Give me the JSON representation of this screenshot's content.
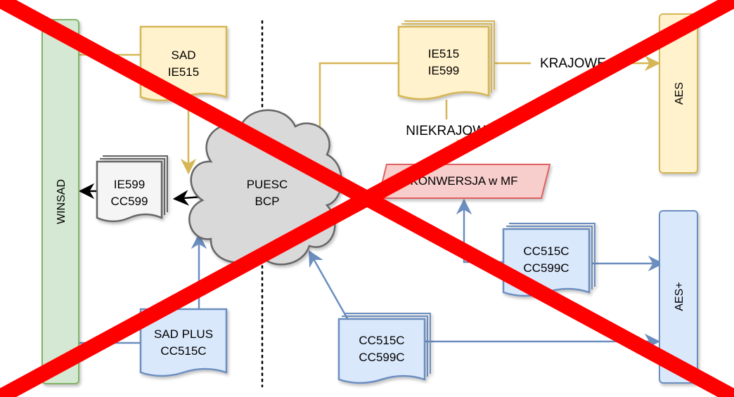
{
  "colors": {
    "yellow_fill": "#fff2cc",
    "yellow_stroke": "#d6b656",
    "blue_fill": "#dae8fc",
    "blue_stroke": "#6c8ebf",
    "green_fill": "#d5e8d4",
    "green_stroke": "#82b366",
    "grey_fill": "#f5f5f5",
    "grey_stroke": "#666666",
    "red_fill": "#f8cecc",
    "red_stroke": "#e06060",
    "cross": "#ff0000",
    "cloud_fill": "#d9d9d9"
  },
  "systems": {
    "winsad": "WINSAD",
    "aes": "AES",
    "aes_plus": "AES+"
  },
  "docs": {
    "sad_ie515": [
      "SAD",
      "IE515"
    ],
    "ie599_cc599": [
      "IE599",
      "CC599"
    ],
    "ie515_ie599": [
      "IE515",
      "IE599"
    ],
    "cc515c_cc599c_right": [
      "CC515C",
      "CC599C"
    ],
    "sad_plus": [
      "SAD PLUS",
      "CC515C"
    ],
    "cc515c_cc599c_bottom": [
      "CC515C",
      "CC599C"
    ]
  },
  "cloud": [
    "PUESC",
    "BCP"
  ],
  "conversion": "KONWERSJA w MF",
  "edges": {
    "krajowe": "KRAJOWE",
    "niekrajowe": "NIEKRAJOWE"
  },
  "strikethrough": true
}
